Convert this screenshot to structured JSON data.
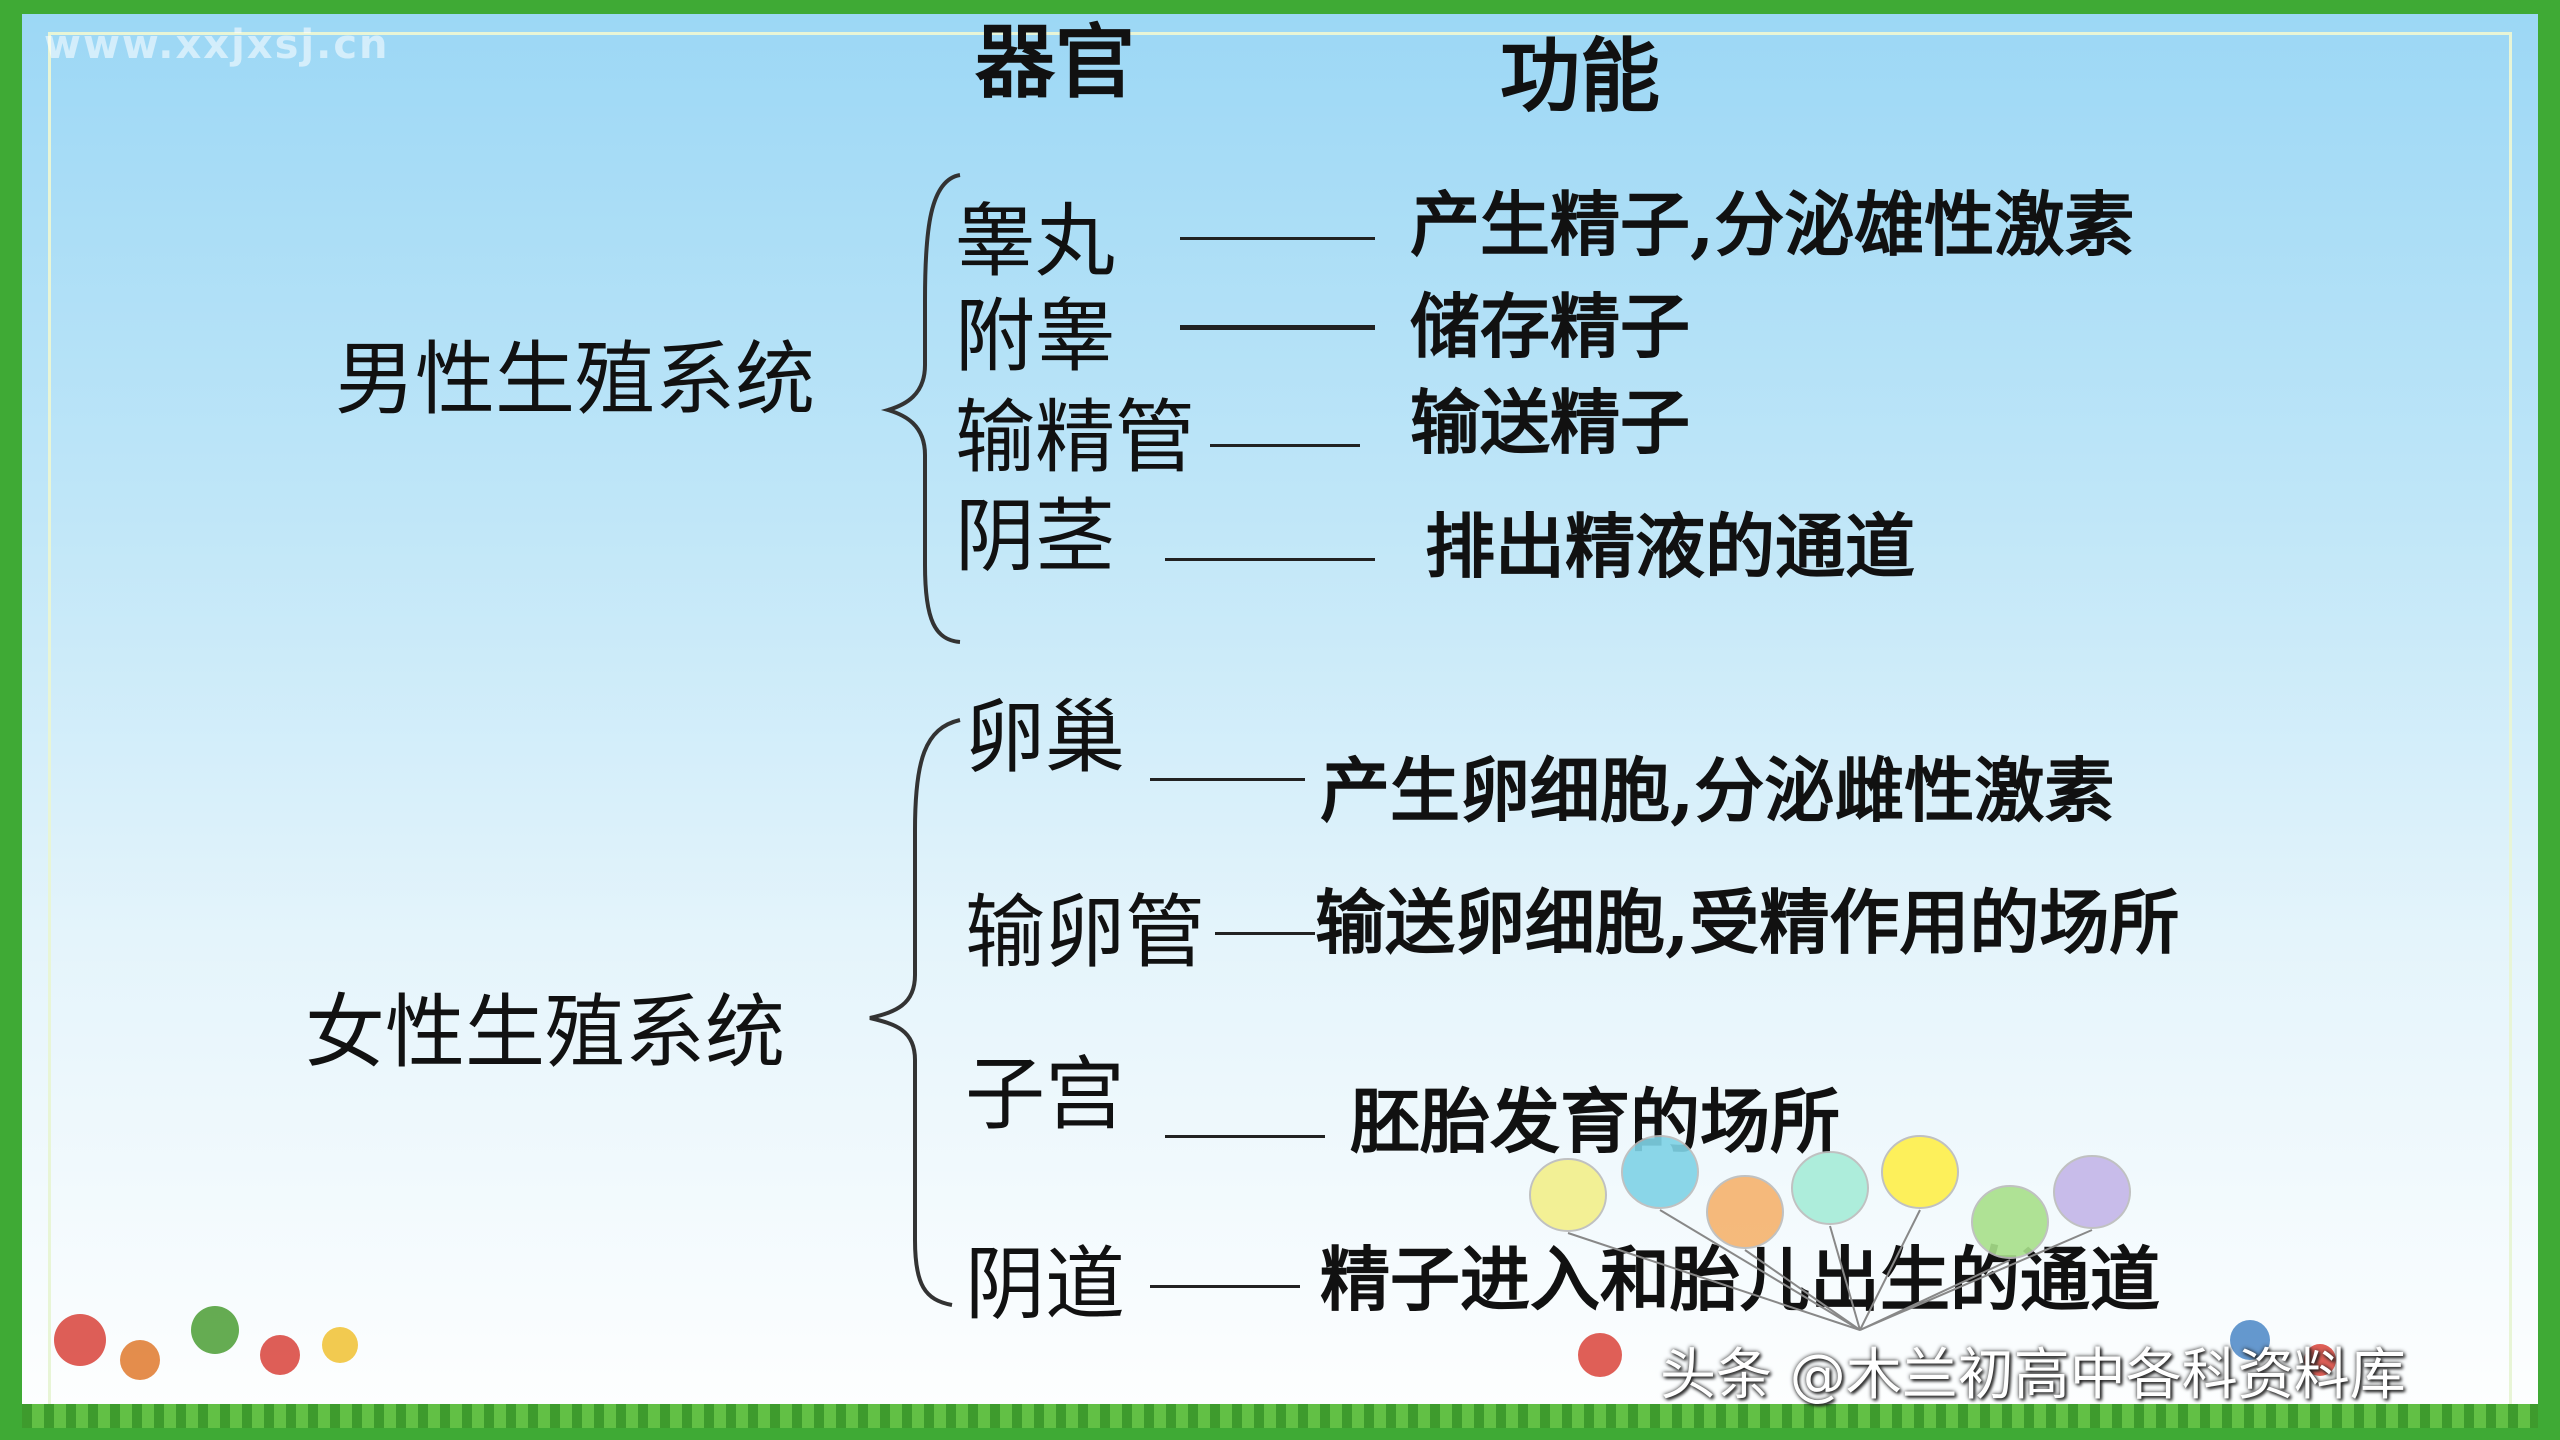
{
  "watermark": "www.xxjxsj.cn",
  "header": {
    "organ": "器官",
    "function": "功能"
  },
  "male": {
    "system": "男性生殖系统",
    "rows": [
      {
        "organ": "睾丸",
        "function": "产生精子,分泌雄性激素"
      },
      {
        "organ": "附睾",
        "function": "储存精子"
      },
      {
        "organ": "输精管",
        "function": "输送精子"
      },
      {
        "organ": "阴茎",
        "function": "排出精液的通道"
      }
    ]
  },
  "female": {
    "system": "女性生殖系统",
    "rows": [
      {
        "organ": "卵巢",
        "function": "产生卵细胞,分泌雌性激素"
      },
      {
        "organ": "输卵管",
        "function": "输送卵细胞,受精作用的场所"
      },
      {
        "organ": "子宫",
        "function": "胚胎发育的场所"
      },
      {
        "organ": "阴道",
        "function": "精子进入和胎儿出生的通道"
      }
    ]
  },
  "credit": "头条 @木兰初高中各科资料库",
  "colors": {
    "frame": "#3faa35",
    "sky_top": "#9bd7f5",
    "balloons": [
      "#f3f08a",
      "#7fd3e6",
      "#f6b36e",
      "#a6ecd8",
      "#fff04a",
      "#a8e08a",
      "#c4b6e8"
    ]
  }
}
